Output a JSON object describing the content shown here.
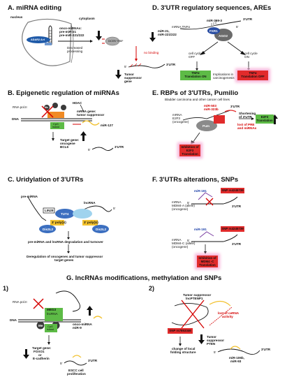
{
  "panels": {
    "a": {
      "title": "A. miRNA editing",
      "nucleus": "nucleus",
      "cytoplasm": "cytoplasm",
      "adar": "ADAR2 A>I",
      "onco_line1": "onco-miRNAs:",
      "onco_line2": "pre-miR-21",
      "onco_line3": "pre-miR-221/222",
      "decreased_line1": "Decreased",
      "decreased_line2": "processing",
      "mir_line1": "miR-21,",
      "mir_line2": "miR-221/222",
      "dicer": "DICER/ TRBP",
      "no_binding": "no binding",
      "five": "5'",
      "three": "3'UTR",
      "tsg_line1": "Tumor",
      "tsg_line2": "suppressor",
      "tsg_line3": "gene"
    },
    "b": {
      "title": "B.  Epigenetic regulation of miRNAs",
      "rnapol": "RNA pol.II",
      "hdac": "HDAC",
      "dna": "DNA",
      "me": "Me",
      "cpg_line1": "CpG",
      "cpg_line2": "island",
      "gene_line1": "mRNA gene:",
      "gene_line2": "tumor suppressor",
      "mir127": "miR-127",
      "target_line1": "Target gene:",
      "target_line2": "oncogene",
      "target_line3": "BCL6",
      "five": "5'",
      "three": "3'UTR"
    },
    "c": {
      "title": "C.  Uridylation of 3'UTRs",
      "premirna": "pre-miRNA",
      "lncrna": "lncRNA",
      "lin28": "LIN28",
      "tut4": "TUT4",
      "poly1": "3' poly(U)",
      "poly2": "3' poly(U)",
      "dis3l2a": "Dis3L2",
      "dis3l2b": "Dis3L2",
      "five": "5'",
      "degradation": "pre-miRNA and lncRNA degradation and turnover",
      "dereg_line1": "Deregulation of oncogenes and tumor suppressor",
      "dereg_line2": "target genes"
    },
    "d": {
      "title": "D.  3'UTR regulatory sequences, AREs",
      "mrna": "mRNA TNFα",
      "mir": "miR-369-3",
      "fxr1": "FXR1",
      "ago2": "AGO2",
      "three": "3'UTR",
      "five": "5'",
      "arrest": "cell cycle",
      "off": "OFF",
      "arrest2": "cell cycle",
      "on": "ON",
      "left_line1": "TNFα",
      "left_line2": "Translation ON",
      "mid_line1": "Implications in",
      "mid_line2": "carcinogenesis",
      "right_line1": "TNFα",
      "right_line2": "Translation OFF"
    },
    "e": {
      "title": "E.  RBPs of 3'UTRs, Pumilio",
      "sub": "Bladder carcinoma and other cancer cell lines",
      "mir_line1": "miR-503",
      "mir_line2": "miR-323b",
      "mrna_line1": "mRNA",
      "mrna_line2": "E2F3",
      "mrna_line3": "(oncogene)",
      "pum": "Pum",
      "three": "3'UTR",
      "shorten_line1": "Shortening",
      "shorten_line2": "of 3'UTR",
      "lost_line1": "lost of PRE",
      "lost_line2": "and miRNAs",
      "e2f3_line1": "E2F3",
      "e2f3_line2": "Translation",
      "tsg_line1": "Inhibition of",
      "tsg_line2": "E2F3",
      "tsg_line3": "Translation"
    },
    "f": {
      "title": "F.  3'UTRs alterations, SNPs",
      "mir1": "miR-191",
      "snp1": "SNP rs4245739",
      "mrna1_line1": "mRNA",
      "mrna1_line2": "MDM4-A (allele)",
      "mrna1_line3": "(oncogene)",
      "three1": "3'UTR",
      "five1": "5'",
      "mir2": "miR-191",
      "snp2": "SNP rs4245739",
      "mrna2_line1": "mRNA",
      "mrna2_line2": "MDM4-C (allele)",
      "mrna2_line3": "(oncogene)",
      "three2": "3'UTR",
      "five2": "5'",
      "inh_line1": "Inhibition of",
      "inh_line2": "MDM4 -C",
      "inh_line3": "Translation"
    },
    "g": {
      "title": "G. lncRNAs modifications, methylation and SNPs",
      "one": "1)",
      "two": "2)",
      "rnapol": "RNA pol.II",
      "dna": "DNA",
      "meg3": "MEG3",
      "lnc": "lncRNA",
      "me": "Me",
      "cpg_line1": "CpG",
      "cpg_line2": "island",
      "onco_line1": "onco-miRNA",
      "onco_line2": "miR-9",
      "target_line1": "Target gene:",
      "target_line2": "FOXO1",
      "target_line3": "or",
      "target_line4": "E-cadherin",
      "escc_line1": "ESCC cell",
      "escc_line2": "proliferation",
      "five": "5'",
      "three": "3'UTR",
      "tsg_line1": "Tumor suppressor",
      "tsg_line2": "lncPTENP1",
      "lost_line1": "lost of ceRNA",
      "lost_line2": "activity",
      "snp": "SNP rs7853346",
      "change_line1": "change of local",
      "change_line2": "folding structure",
      "pten_line1": "Tumor",
      "pten_line2": "suppressor",
      "pten_line3": "PTEN",
      "mirs_line1": "miR-106b,",
      "mirs_line2": "miR-93",
      "five2": "5'",
      "three2": "3'UTR"
    }
  },
  "colors": {
    "green": "#5dbb46",
    "red": "#e12b2b",
    "blue": "#3c6fc0",
    "pink": "#f7b5d9",
    "yellow": "#f2c12e",
    "orange": "#f08a24",
    "lightblue": "#9fd3ee",
    "grey": "#7d7d7d",
    "darkgrey": "#3b3b3b"
  }
}
